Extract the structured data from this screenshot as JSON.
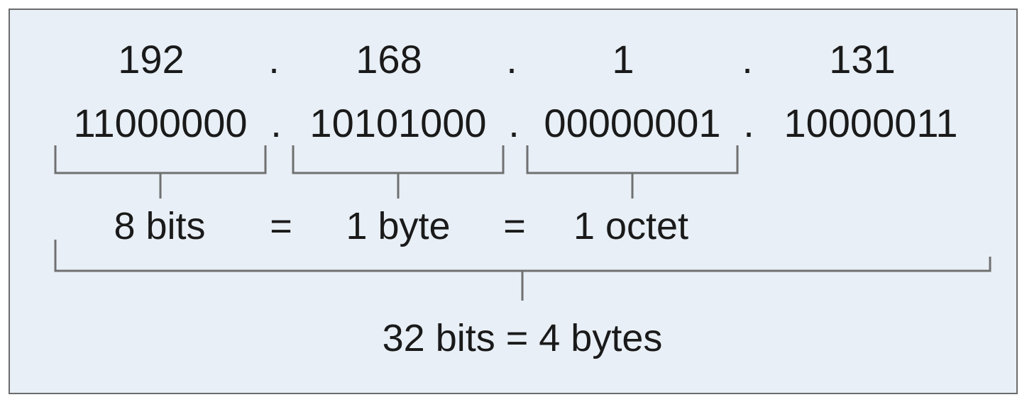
{
  "decimal_octets": [
    "192",
    "168",
    "1",
    "131"
  ],
  "binary_octets": [
    "11000000",
    "10101000",
    "00000001",
    "10000011"
  ],
  "separator": ".",
  "octet_equivalence": {
    "bits": "8 bits",
    "eq1": "=",
    "byte": "1 byte",
    "eq2": "=",
    "octet": "1 octet"
  },
  "total_label": "32 bits = 4 bytes",
  "colors": {
    "panel_bg": "#e8eff6",
    "border": "#6b6b6b",
    "bracket": "#707070",
    "text": "#1a1a1a"
  }
}
